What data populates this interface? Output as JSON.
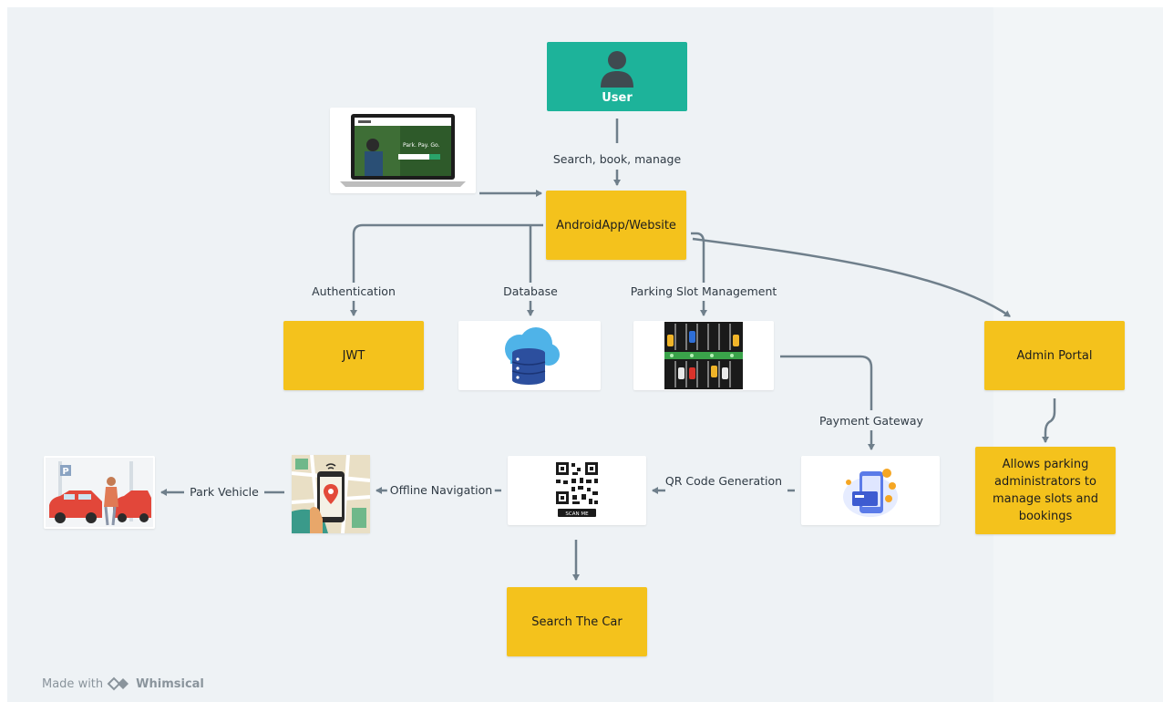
{
  "nodes": {
    "user": "User",
    "app": "AndroidApp/Website",
    "jwt": "JWT",
    "admin": "Admin Portal",
    "admin_note": "Allows parking administrators to manage slots and bookings",
    "search_car": "Search The Car"
  },
  "edge_labels": {
    "search_book_manage": "Search, book, manage",
    "authentication": "Authentication",
    "database": "Database",
    "parking_slot": "Parking Slot Management",
    "payment": "Payment Gateway",
    "qr": "QR Code Generation",
    "offline_nav": "Offline Navigation",
    "park_vehicle": "Park Vehicle"
  },
  "images": {
    "laptop_screen_text": "Park. Pay. Go.",
    "qr_caption": "SCAN ME"
  },
  "footer": {
    "made_with": "Made with",
    "brand": "Whimsical"
  },
  "colors": {
    "accent_yellow": "#f4c21c",
    "accent_teal": "#1db39a",
    "wire": "#6f7f8b",
    "background": "#eef2f5"
  }
}
